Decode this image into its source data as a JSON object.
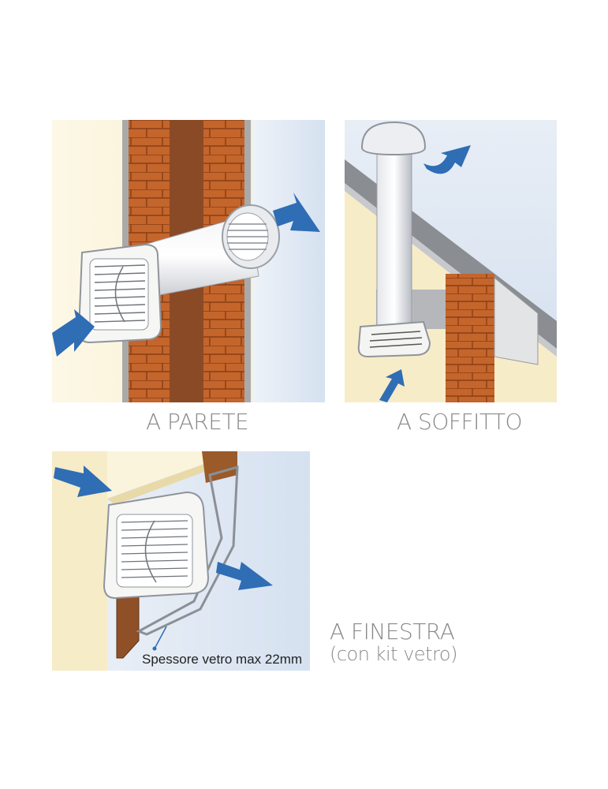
{
  "labels": {
    "wall": "A PARETE",
    "ceiling": "A SOFFITTO",
    "window": "A FINESTRA",
    "window_note": "(con kit vetro)",
    "glass_note": "Spessore vetro max 22mm"
  },
  "colors": {
    "arrow": "#2f6db5",
    "brick": "#c0642a",
    "sky": "#dfe8f4",
    "cream": "#fbf4dc"
  }
}
